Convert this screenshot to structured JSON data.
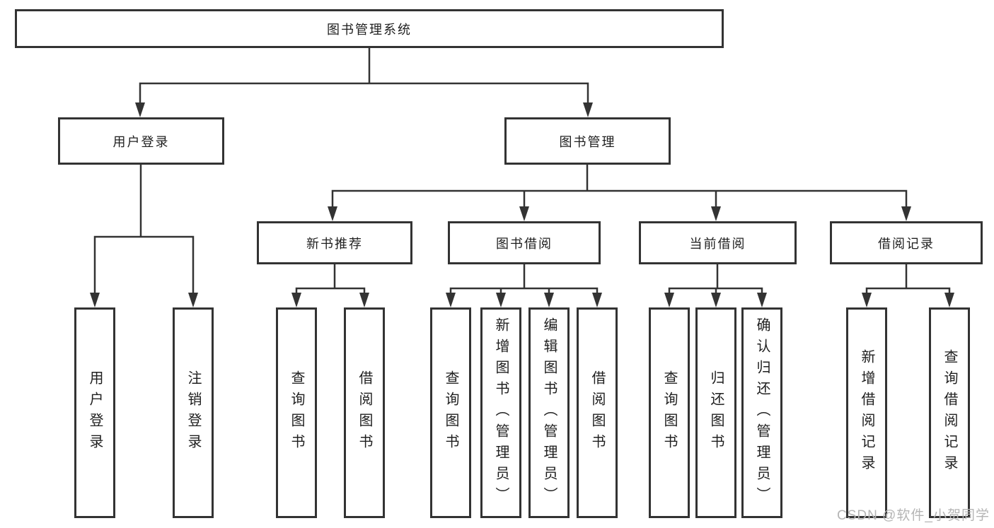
{
  "diagram": {
    "root": {
      "label": "图书管理系统"
    },
    "branches": [
      {
        "label": "用户登录",
        "children": [
          {
            "label": "用户登录"
          },
          {
            "label": "注销登录"
          }
        ]
      },
      {
        "label": "图书管理",
        "sections": [
          {
            "label": "新书推荐",
            "children": [
              {
                "label": "查询图书"
              },
              {
                "label": "借阅图书"
              }
            ]
          },
          {
            "label": "图书借阅",
            "children": [
              {
                "label": "查询图书"
              },
              {
                "label": "新增图书（管理员）"
              },
              {
                "label": "编辑图书（管理员）"
              },
              {
                "label": "借阅图书"
              }
            ]
          },
          {
            "label": "当前借阅",
            "children": [
              {
                "label": "查询图书"
              },
              {
                "label": "归还图书"
              },
              {
                "label": "确认归还（管理员）"
              }
            ]
          },
          {
            "label": "借阅记录",
            "children": [
              {
                "label": "新增借阅记录"
              },
              {
                "label": "查询借阅记录"
              }
            ]
          }
        ]
      }
    ]
  },
  "watermark": {
    "text": "CSDN @软件_小贺同学"
  },
  "colors": {
    "line": "#333333",
    "box_border": "#333333",
    "box_fill": "#ffffff",
    "text": "#1f1f1f",
    "watermark": "#b5b5b5"
  }
}
